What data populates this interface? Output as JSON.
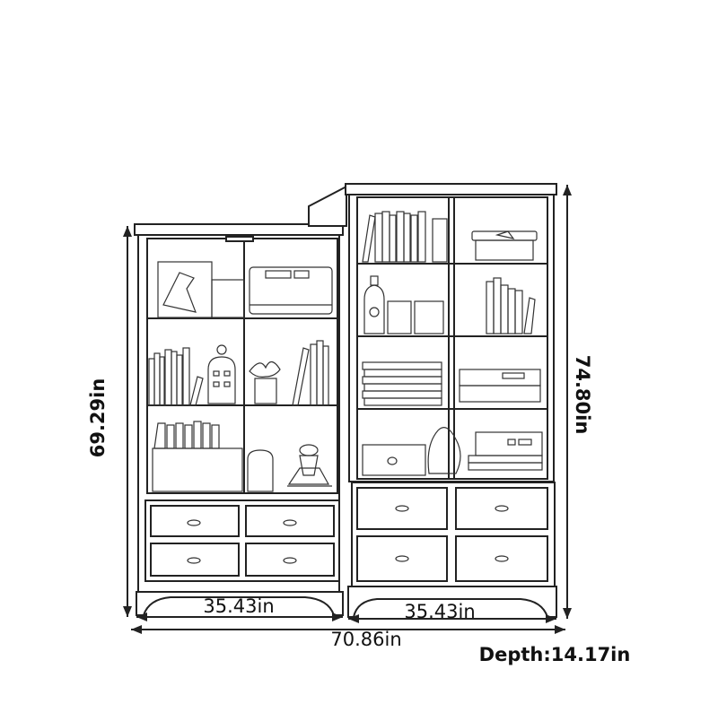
{
  "dimensions": {
    "left_height": "69.29in",
    "right_height": "74.80in",
    "left_width": "35.43in",
    "right_width": "35.43in",
    "total_width": "70.86in",
    "depth": "Depth:14.17in"
  },
  "colors": {
    "line": "#222222",
    "background": "#ffffff"
  }
}
